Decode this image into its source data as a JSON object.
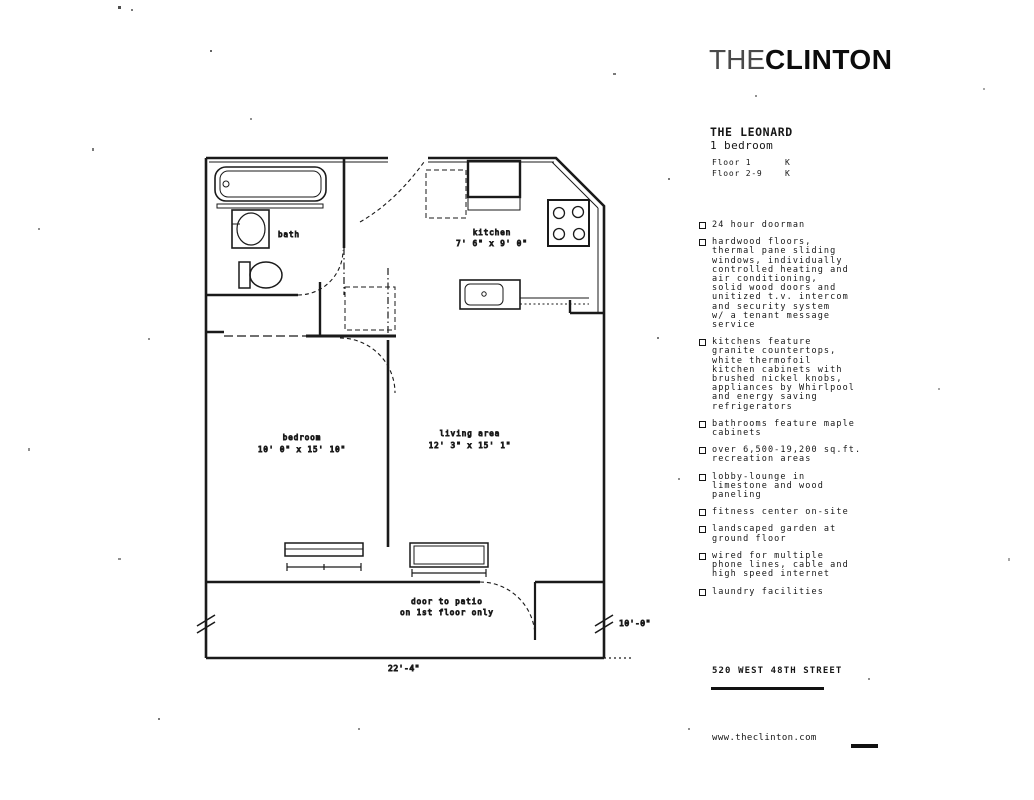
{
  "brand": {
    "the": "THE",
    "clinton": "CLINTON"
  },
  "unit": {
    "name": "THE LEONARD",
    "type": "1 bedroom",
    "floors": "Floor 1      K\nFloor 2-9    K"
  },
  "features": [
    "24 hour doorman",
    "hardwood floors,\nthermal pane sliding\nwindows, individually\ncontrolled heating and\nair conditioning,\nsolid wood doors and\nunitized t.v. intercom\nand security system\nw/ a tenant message\nservice",
    "kitchens feature\ngranite countertops,\nwhite thermofoil\nkitchen cabinets with\nbrushed nickel knobs,\nappliances by Whirlpool\nand energy saving\nrefrigerators",
    "bathrooms feature maple\ncabinets",
    "over 6,500-19,200 sq.ft.\nrecreation areas",
    "lobby-lounge in\nlimestone and wood\npaneling",
    "fitness center on-site",
    "landscaped garden at\nground floor",
    "wired for multiple\nphone lines, cable and\nhigh speed internet",
    "laundry facilities"
  ],
  "address": "520 WEST 48TH STREET",
  "website": "www.theclinton.com",
  "plan": {
    "labels": {
      "bath": "bath",
      "kitchen_name": "kitchen",
      "kitchen_dims": "7' 6\" x 9' 0\"",
      "bedroom_name": "bedroom",
      "bedroom_dims": "10' 0\" x 15' 10\"",
      "living_name": "living area",
      "living_dims": "12' 3\" x 15' 1\"",
      "patio_note_1": "door to patio",
      "patio_note_2": "on 1st floor only",
      "width_dim": "22'-4\"",
      "patio_dim": "10'-0\""
    }
  }
}
